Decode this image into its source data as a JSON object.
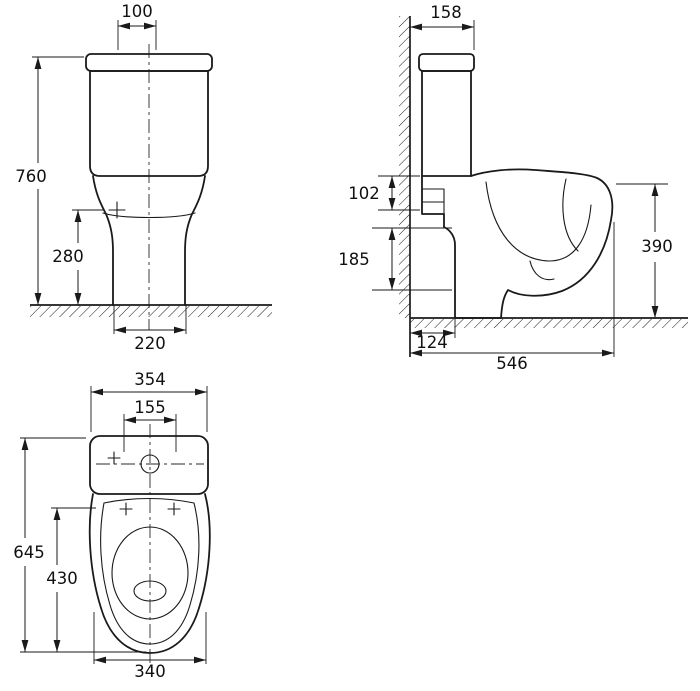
{
  "meta": {
    "background": "#ffffff",
    "ink": "#1a1a1a",
    "drawing_type": "toilet dimension drawing, three orthographic views"
  },
  "dims": {
    "front": {
      "tank_top_width": "100",
      "overall_height": "760",
      "supply_height": "280",
      "base_width": "220"
    },
    "side": {
      "cistern_depth": "158",
      "upper_offset": "102",
      "lower_offset": "185",
      "rim_height": "390",
      "wall_clearance": "124",
      "overall_depth": "546"
    },
    "top": {
      "overall_width": "354",
      "center_offset": "155",
      "overall_depth": "645",
      "bowl_length": "430",
      "front_width": "340"
    }
  }
}
